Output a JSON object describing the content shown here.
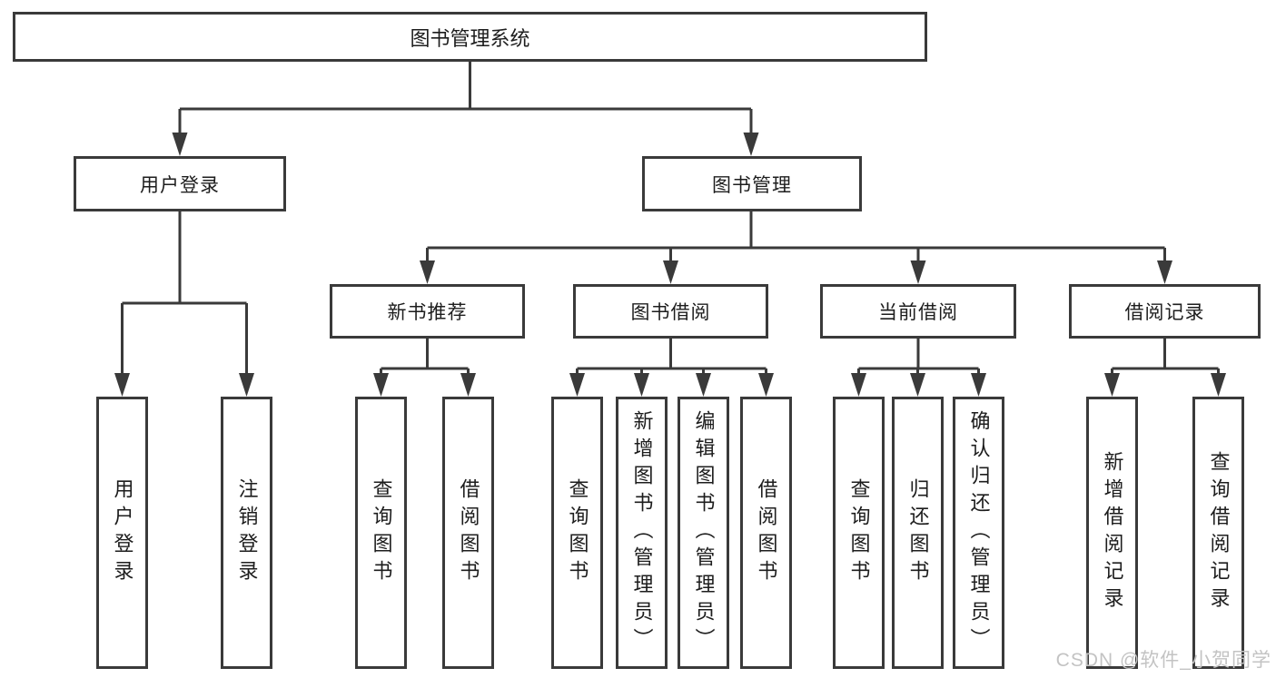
{
  "diagram": {
    "type": "hierarchy-tree",
    "watermark": "CSDN @软件_小贺同学"
  },
  "colors": {
    "line": "#3a3a3a",
    "text": "#1d1d1d",
    "watermark": "#c3c3c3",
    "background": "#ffffff"
  },
  "nodes": {
    "root": "图书管理系统",
    "user_login": "用户登录",
    "book_management": "图书管理",
    "new_book_recommend": "新书推荐",
    "book_borrowing": "图书借阅",
    "current_borrowing": "当前借阅",
    "borrowing_records": "借阅记录",
    "leaf_user_login": "用户登录",
    "leaf_logout": "注销登录",
    "leaf_search_books_nbr": "查询图书",
    "leaf_borrow_books_nbr": "借阅图书",
    "leaf_search_books_bb": "查询图书",
    "leaf_add_book_admin": "新增图书（管理员）",
    "leaf_edit_book_admin": "编辑图书（管理员）",
    "leaf_borrow_books_bb": "借阅图书",
    "leaf_search_books_cb": "查询图书",
    "leaf_return_books": "归还图书",
    "leaf_confirm_return_admin": "确认归还（管理员）",
    "leaf_add_borrow_record": "新增借阅记录",
    "leaf_search_borrow_record": "查询借阅记录"
  },
  "hierarchy": {
    "图书管理系统": {
      "用户登录": [
        "用户登录",
        "注销登录"
      ],
      "图书管理": {
        "新书推荐": [
          "查询图书",
          "借阅图书"
        ],
        "图书借阅": [
          "查询图书",
          "新增图书（管理员）",
          "编辑图书（管理员）",
          "借阅图书"
        ],
        "当前借阅": [
          "查询图书",
          "归还图书",
          "确认归还（管理员）"
        ],
        "借阅记录": [
          "新增借阅记录",
          "查询借阅记录"
        ]
      }
    }
  }
}
